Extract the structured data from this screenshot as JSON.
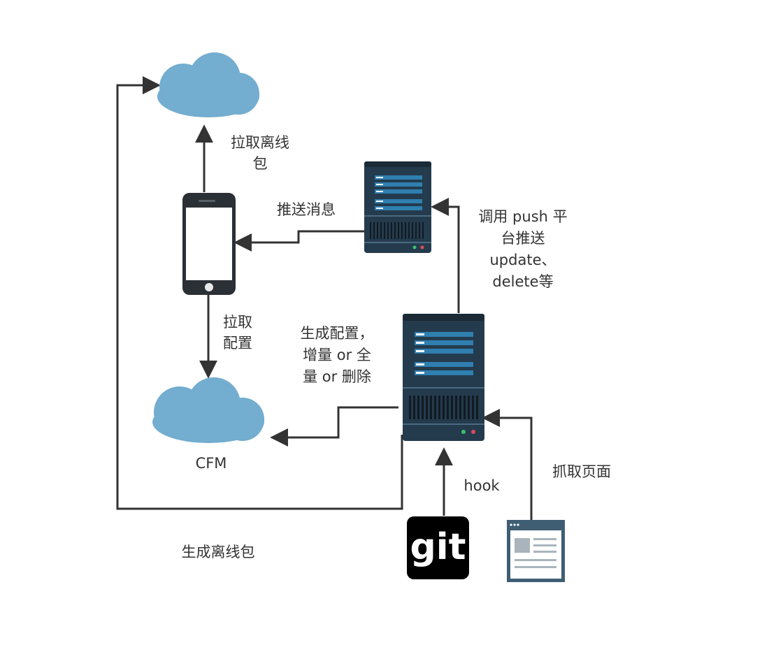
{
  "labels": {
    "pull_offline_line1": "拉取离线",
    "pull_offline_line2": "包",
    "push_message": "推送消息",
    "push_platform_line1": "调用 push 平",
    "push_platform_line2": "台推送",
    "push_platform_line3": "update、",
    "push_platform_line4": "delete等",
    "pull_config_line1": "拉取",
    "pull_config_line2": "配置",
    "generate_config_line1": "生成配置，",
    "generate_config_line2": "增量 or 全",
    "generate_config_line3": "量 or 删除",
    "cfm": "CFM",
    "hook": "hook",
    "crawl_page": "抓取页面",
    "generate_offline": "生成离线包",
    "git_logo": "git"
  },
  "colors": {
    "arrow": "#333333",
    "cloud": "#73add0",
    "server_body": "#243b4d",
    "server_bar": "#2f7fb0",
    "phone_body": "#2b2f36",
    "git_bg": "#000000",
    "webpage": "#3f5e74"
  },
  "icons": {
    "top_cloud": "cloud-icon",
    "bottom_cloud": "cloud-icon",
    "phone": "smartphone-icon",
    "push_server": "server-icon",
    "main_server": "server-icon",
    "git": "git-logo-icon",
    "webpage": "webpage-icon"
  }
}
